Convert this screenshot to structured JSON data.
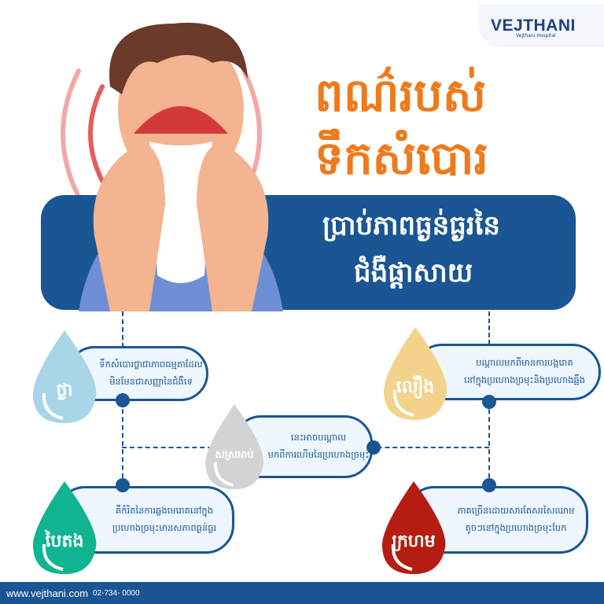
{
  "logo": {
    "name": "VEJTHANI",
    "sub": "Vejthani Hospital"
  },
  "title": {
    "line1": "ពណ៌របស់",
    "line2": "ទឹកសំបោរ"
  },
  "subtitle": {
    "line1": "ប្រាប់ភាពធ្ងន់ធ្ងរនៃ",
    "line2": "ជំងឺផ្តាសាយ"
  },
  "items": [
    {
      "label": "ថ្លា",
      "color": "#a9d6e6",
      "line1": "ទឹកសំបោរថ្លាជាភាពធម្មតាដែល",
      "line2": "មិនមែនជាសញ្ញានៃជំងឺទេ"
    },
    {
      "label": "លឿង",
      "color": "#f3d38c",
      "line1": "បណ្តាលមកពីមានការបង្ករោគ",
      "line2": "នៅក្នុងប្រហោងច្រមុះនិងប្រហោងឆ្អឹង"
    },
    {
      "label": "សស្រអាប់",
      "color": "#d3d3d3",
      "line1": "នេះអាចបណ្តាល",
      "line2": "មកពីការហើមនៃប្រហោងច្រមុះ"
    },
    {
      "label": "បៃតង",
      "color": "#10b491",
      "line1": "គឺកំរិតនៃការឆ្លងមេរោគនៅក្នុង",
      "line2": "ប្រហោងច្រមុះមានសភាពធ្ងន់ធ្ងរ"
    },
    {
      "label": "ក្រហម",
      "color": "#b51d12",
      "line1": "ភាគច្រើនដោយសារតែសរសៃឈាម",
      "line2": "តូចៗនៅក្នុងប្រហោងច្រមុះបែក"
    }
  ],
  "footer": {
    "url": "www.vejthani.com",
    "phone": "02-734- 0000"
  }
}
